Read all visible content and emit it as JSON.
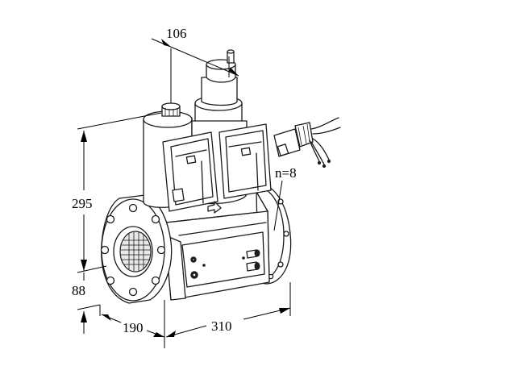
{
  "dimensions": {
    "top_width": "106",
    "height_total": "295",
    "height_lower": "88",
    "depth": "190",
    "length": "310",
    "bolt_holes": "n=8"
  }
}
